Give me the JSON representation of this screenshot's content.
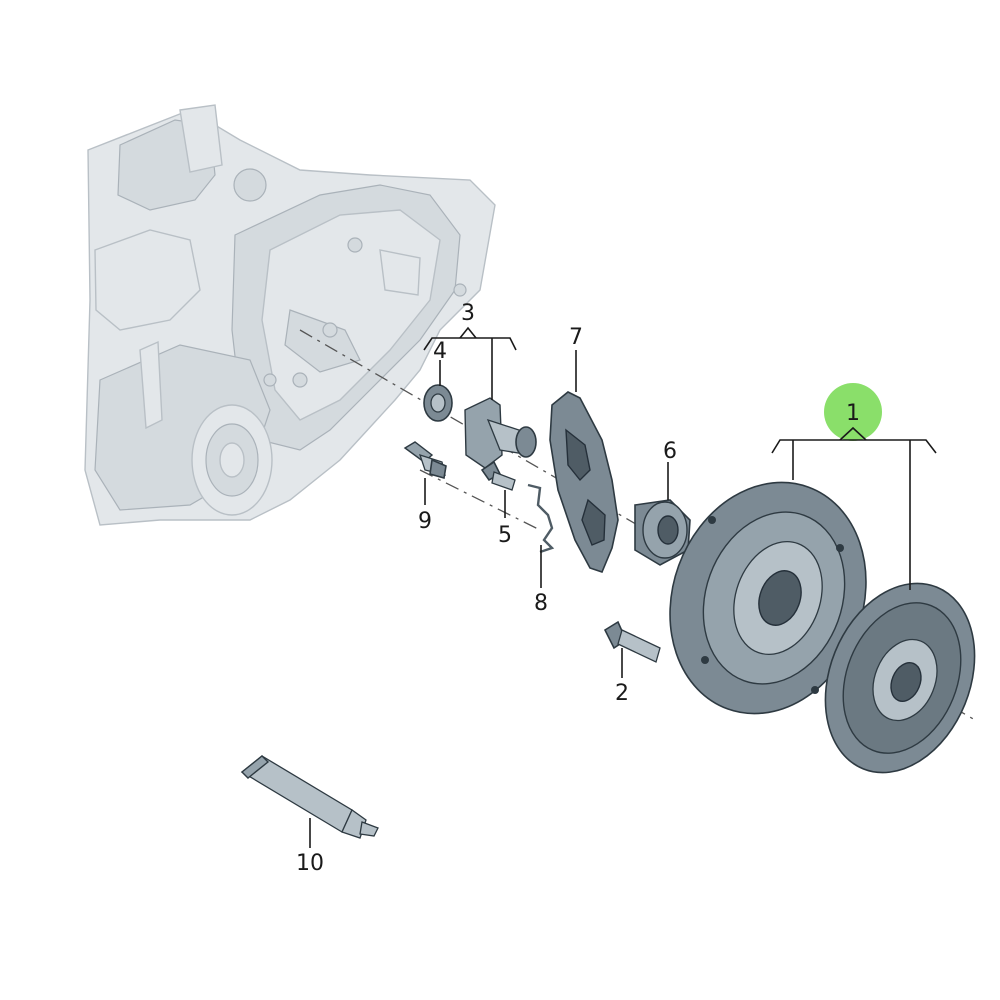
{
  "diagram": {
    "callouts": [
      {
        "id": "1",
        "label": "1",
        "highlight_color": "#7ddc5a"
      },
      {
        "id": "2",
        "label": "2"
      },
      {
        "id": "3",
        "label": "3"
      },
      {
        "id": "4",
        "label": "4"
      },
      {
        "id": "5",
        "label": "5"
      },
      {
        "id": "6",
        "label": "6"
      },
      {
        "id": "7",
        "label": "7"
      },
      {
        "id": "8",
        "label": "8"
      },
      {
        "id": "9",
        "label": "9"
      },
      {
        "id": "10",
        "label": "10"
      }
    ]
  }
}
